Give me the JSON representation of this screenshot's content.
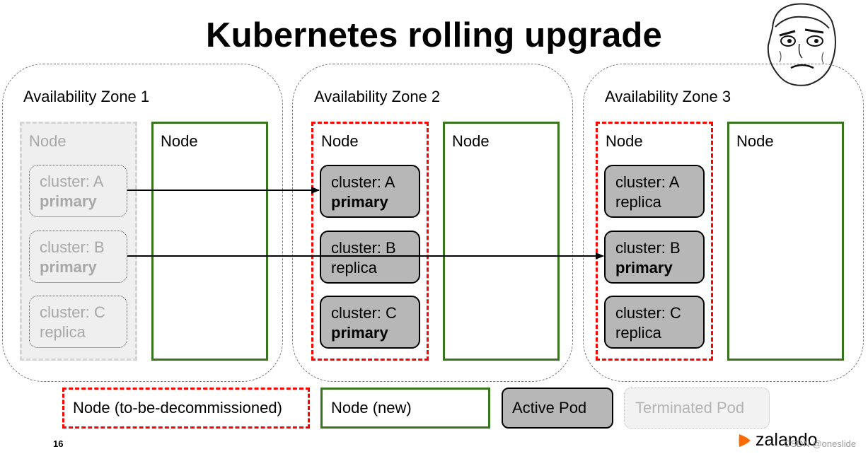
{
  "title": "Kubernetes rolling upgrade",
  "zones": [
    {
      "label": "Availability Zone 1",
      "old_node": {
        "label": "Node",
        "pods": [
          {
            "cluster": "cluster: A",
            "role": "primary"
          },
          {
            "cluster": "cluster: B",
            "role": "primary"
          },
          {
            "cluster": "cluster: C",
            "role": "replica"
          }
        ]
      },
      "new_node": {
        "label": "Node"
      }
    },
    {
      "label": "Availability Zone 2",
      "old_node": {
        "label": "Node",
        "pods": [
          {
            "cluster": "cluster: A",
            "role": "primary"
          },
          {
            "cluster": "cluster: B",
            "role": "replica"
          },
          {
            "cluster": "cluster: C",
            "role": "primary"
          }
        ]
      },
      "new_node": {
        "label": "Node"
      }
    },
    {
      "label": "Availability Zone 3",
      "old_node": {
        "label": "Node",
        "pods": [
          {
            "cluster": "cluster: A",
            "role": "replica"
          },
          {
            "cluster": "cluster: B",
            "role": "primary"
          },
          {
            "cluster": "cluster: C",
            "role": "replica"
          }
        ]
      },
      "new_node": {
        "label": "Node"
      }
    }
  ],
  "legend": {
    "old_node": "Node (to-be-decommissioned)",
    "new_node": "Node (new)",
    "active_pod": "Active Pod",
    "terminated_pod": "Terminated Pod"
  },
  "slide_number": "16",
  "brand": "zalando",
  "watermark": "CSDN @oneslide",
  "colors": {
    "decommissioned_border": "#ff0000",
    "new_border": "#38761d",
    "active_pod_fill": "#b7b7b7",
    "terminated_fill": "#efefef",
    "brand_orange": "#ff6900"
  }
}
